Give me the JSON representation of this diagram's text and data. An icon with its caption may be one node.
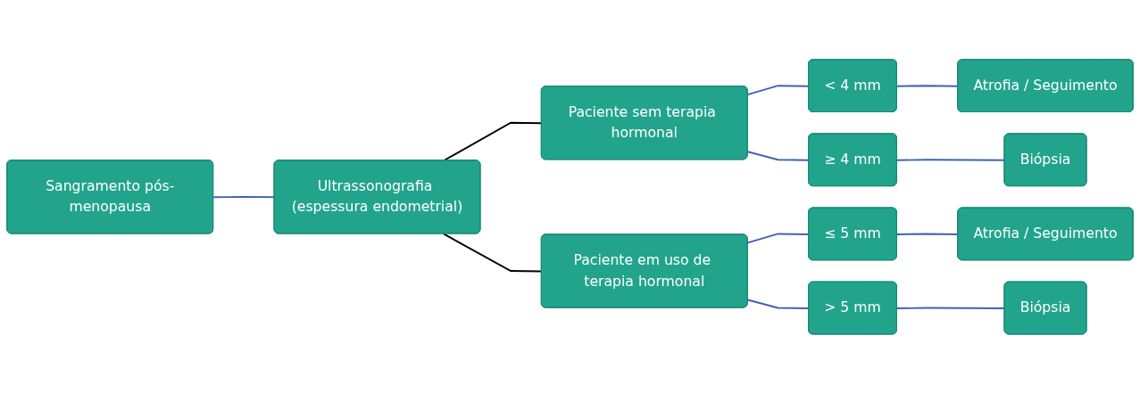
{
  "diagram": {
    "nodes": [
      {
        "text": [
          "Sangramento pós-menopausa"
        ]
      },
      {
        "text": [
          "Ultrassonografia (espessura endometrial)"
        ]
      },
      {
        "text": [
          "Paciente sem terapia hormonal"
        ]
      },
      {
        "text": [
          "Paciente em uso de terapia hormonal"
        ]
      },
      {
        "text": [
          "< 4 mm"
        ]
      },
      {
        "text": [
          "≥ 4 mm"
        ]
      },
      {
        "text": [
          "≤ 5 mm"
        ]
      },
      {
        "text": [
          "> 5 mm"
        ]
      },
      {
        "text": [
          "Atrofia / Seguimento"
        ]
      },
      {
        "text": [
          "Biópsia"
        ]
      },
      {
        "text": [
          "Atrofia / Seguimento"
        ]
      },
      {
        "text": [
          "Biópsia"
        ]
      }
    ],
    "edges": [
      {
        "from": 0,
        "to": 1,
        "arrow": "none"
      },
      {
        "from": 1,
        "to": 2,
        "arrow": "none",
        "color": "#000000"
      },
      {
        "from": 1,
        "to": 3,
        "arrow": "none",
        "color": "#000000"
      },
      {
        "from": 2,
        "to": 4,
        "arrow": "none"
      },
      {
        "from": 2,
        "to": 5,
        "arrow": "none"
      },
      {
        "from": 3,
        "to": 6,
        "arrow": "none"
      },
      {
        "from": 3,
        "to": 7,
        "arrow": "none"
      },
      {
        "from": 4,
        "to": 8,
        "arrow": "none"
      },
      {
        "from": 5,
        "to": 9,
        "arrow": "none"
      },
      {
        "from": 6,
        "to": 10,
        "arrow": "none"
      },
      {
        "from": 7,
        "to": 11,
        "arrow": "none"
      }
    ]
  }
}
